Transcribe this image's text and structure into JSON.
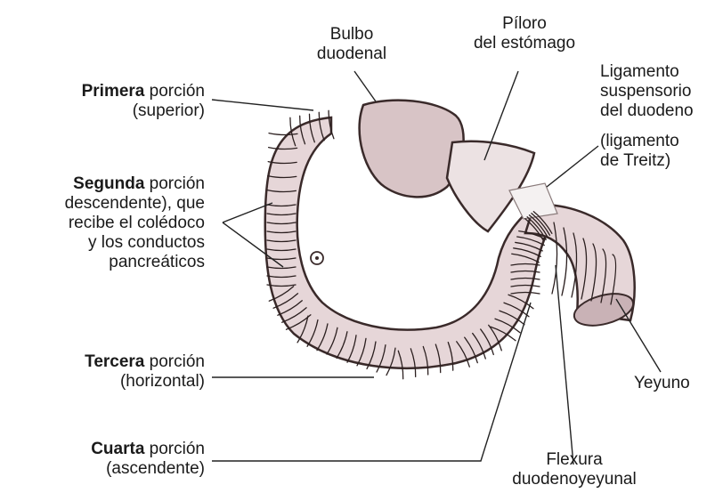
{
  "labels": {
    "first": {
      "bold": "Primera",
      "rest": " porción",
      "line2": "(superior)"
    },
    "second": {
      "bold": "Segunda",
      "rest": " porción",
      "line2": "descendente), que",
      "line3": "recibe el colédoco",
      "line4": "y los conductos",
      "line5": "pancreáticos"
    },
    "third": {
      "bold": "Tercera",
      "rest": " porción",
      "line2": "(horizontal)"
    },
    "fourth": {
      "bold": "Cuarta",
      "rest": " porción",
      "line2": "(ascendente)"
    },
    "bulb": {
      "line1": "Bulbo",
      "line2": "duodenal"
    },
    "pylorus": {
      "line1": "Píloro",
      "line2": "del estómago"
    },
    "ligament": {
      "line1": "Ligamento",
      "line2": "suspensorio",
      "line3": "del duodeno",
      "line4": "(ligamento",
      "line5": "de Treitz)"
    },
    "jejunum": {
      "line1": "Yeyuno"
    },
    "flexure": {
      "line1": "Flexura",
      "line2": "duodenoyeyunal"
    }
  },
  "colors": {
    "wall": "#e6d6d8",
    "wall_dark": "#c9b2b6",
    "outline": "#3a2a2a",
    "fold": "#2b1f1f",
    "leader": "#222222",
    "text": "#1a1a1a"
  }
}
